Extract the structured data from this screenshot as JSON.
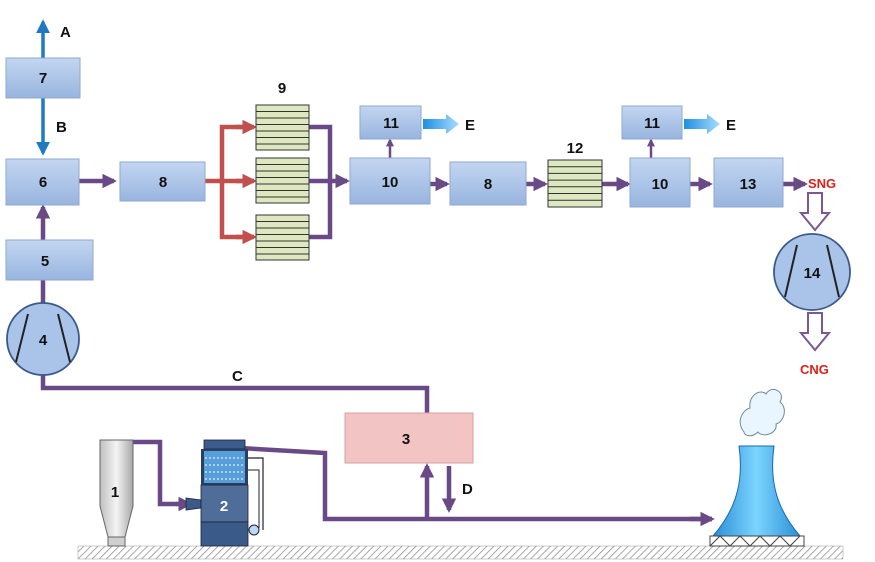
{
  "units": {
    "u1": "1",
    "u2": "2",
    "u3": "3",
    "u4": "4",
    "u5": "5",
    "u6": "6",
    "u7": "7",
    "u8a": "8",
    "u8b": "8",
    "u9": "9",
    "u10a": "10",
    "u10b": "10",
    "u11a": "11",
    "u11b": "11",
    "u12": "12",
    "u13": "13",
    "u14": "14"
  },
  "streams": {
    "a": "A",
    "b": "B",
    "c": "C",
    "d": "D",
    "e1": "E",
    "e2": "E",
    "sng": "SNG",
    "cng": "CNG"
  },
  "colors": {
    "box_fill": "#a9c4e8",
    "box_stroke": "#8fa9cf",
    "reactor_fill": "#dde8c0",
    "pipe_purple": "#6a4a86",
    "pipe_red": "#c0504d",
    "pipe_blue": "#1f7ac0",
    "pink_box": "#f2c4c4",
    "label_red": "#e0201b"
  }
}
